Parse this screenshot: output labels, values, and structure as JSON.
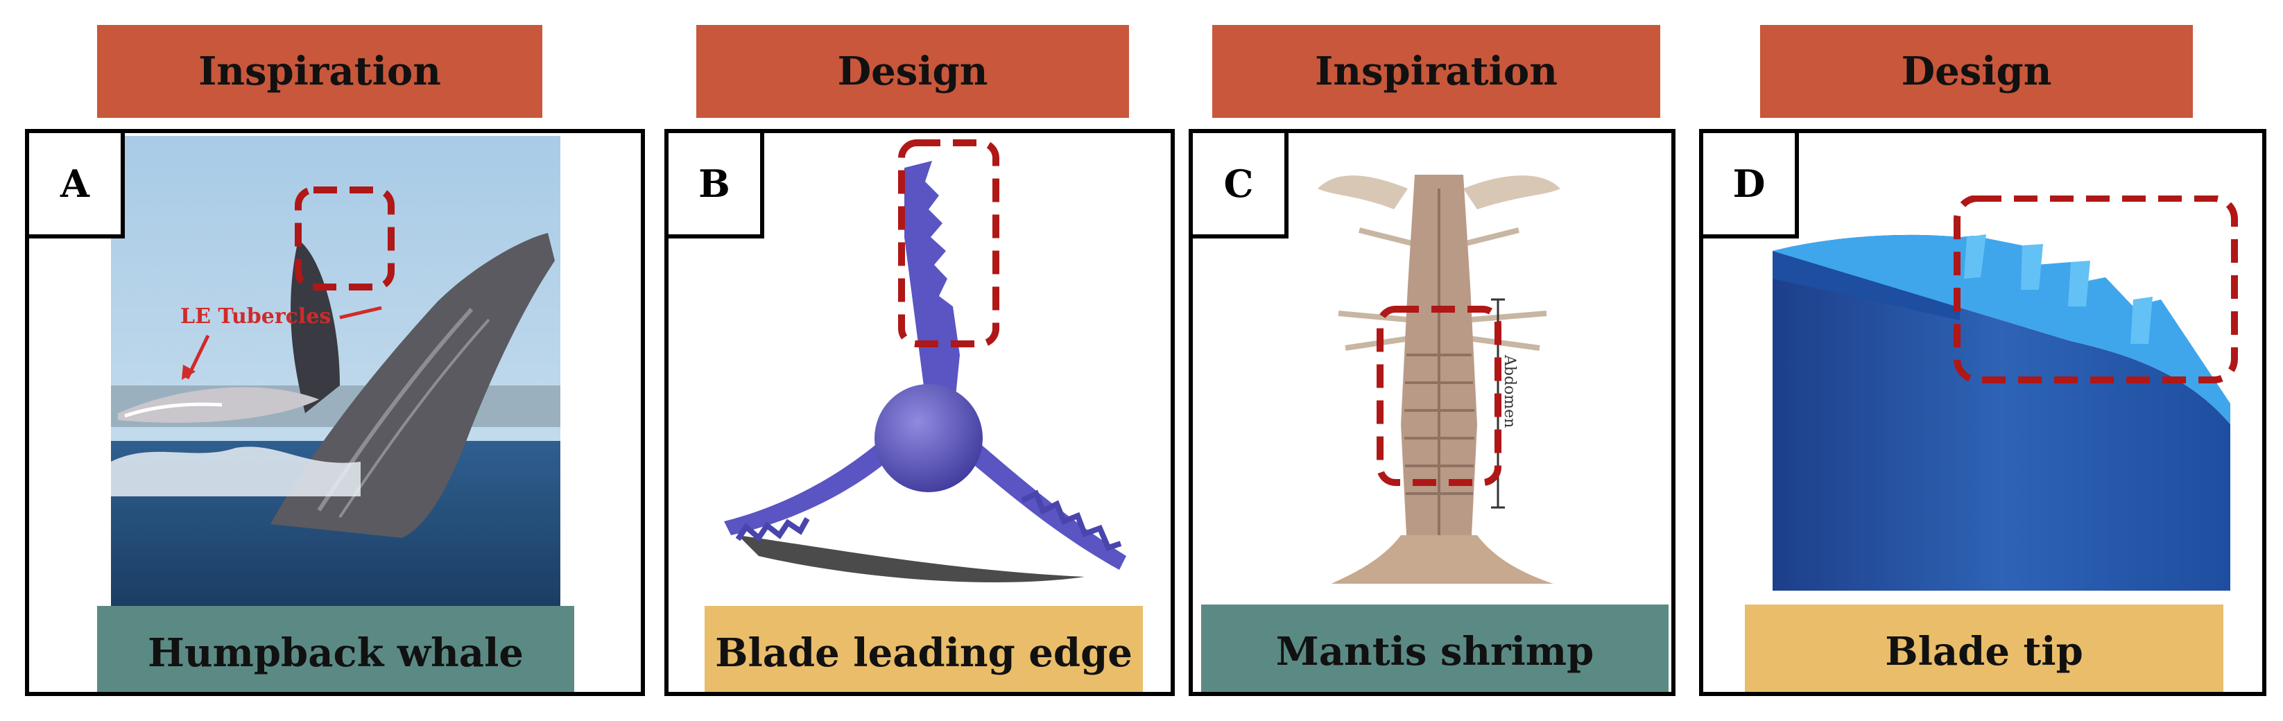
{
  "panels": [
    {
      "header": "Inspiration",
      "letter": "A",
      "caption": "Humpback whale",
      "annotation": "LE Tubercles"
    },
    {
      "header": "Design",
      "letter": "B",
      "caption": "Blade leading edge"
    },
    {
      "header": "Inspiration",
      "letter": "C",
      "caption": "Mantis shrimp",
      "annotation": "Abdomen"
    },
    {
      "header": "Design",
      "letter": "D",
      "caption": "Blade tip"
    }
  ],
  "colors": {
    "header": "#c9573b",
    "teal": "#5b8a84",
    "gold": "#e9bd6a",
    "highlight": "#b01717"
  }
}
